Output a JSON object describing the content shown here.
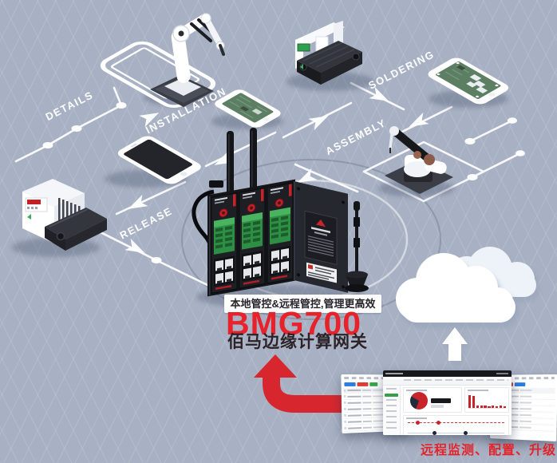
{
  "background": {
    "color": "#a8b1c3",
    "grid_line_color": "rgba(255,255,255,0.15)"
  },
  "stages": [
    {
      "label": "DETAILS"
    },
    {
      "label": "INSTALLATION"
    },
    {
      "label": "SOLDERING"
    },
    {
      "label": "ASSEMBLY"
    },
    {
      "label": "RELEASE"
    }
  ],
  "product": {
    "tagline": "本地管控&远程管控,管理更高效",
    "model": "BMG700",
    "name": "佰马边缘计算网关",
    "model_color": "#e7222a",
    "name_color": "#2b2327",
    "tagline_bg": "#fdfdfe"
  },
  "caption": {
    "text": "远程监测、配置、升级",
    "color": "#e1242b"
  },
  "scene": {
    "path_color": "#ffffff",
    "arrow_red": "#d8262e",
    "stations": [
      "smartphone-outline",
      "robotic-arm-installation",
      "circuit-board-phone",
      "smartphone-black",
      "release-machine",
      "soldering-machine",
      "circuit-board-phone-right",
      "assembly-robot",
      "gateway-device",
      "cloud"
    ]
  },
  "dashboard": {
    "pie": {
      "values": [
        72,
        28
      ],
      "colors": [
        "#c8222a",
        "#222b39"
      ]
    },
    "bars": {
      "values": [
        88,
        78,
        16,
        12,
        15,
        11,
        14,
        10,
        15,
        11
      ],
      "color": "#c8222a"
    },
    "scatter": {
      "red_points_x": [
        8,
        30
      ],
      "red_color": "#c8222a",
      "dark_points_x": [
        26,
        58
      ],
      "dark_color": "#1d2534"
    },
    "left_buttons": {
      "colors": [
        "#2a7de1",
        "#e03b34",
        "#36a84c"
      ],
      "widths": [
        15,
        15,
        11
      ]
    },
    "right_buttons": {
      "colors": [
        "#36a84c",
        "#e03b34",
        "#2a7de1"
      ],
      "widths": [
        11,
        15,
        15
      ]
    },
    "table_rows": 6
  }
}
